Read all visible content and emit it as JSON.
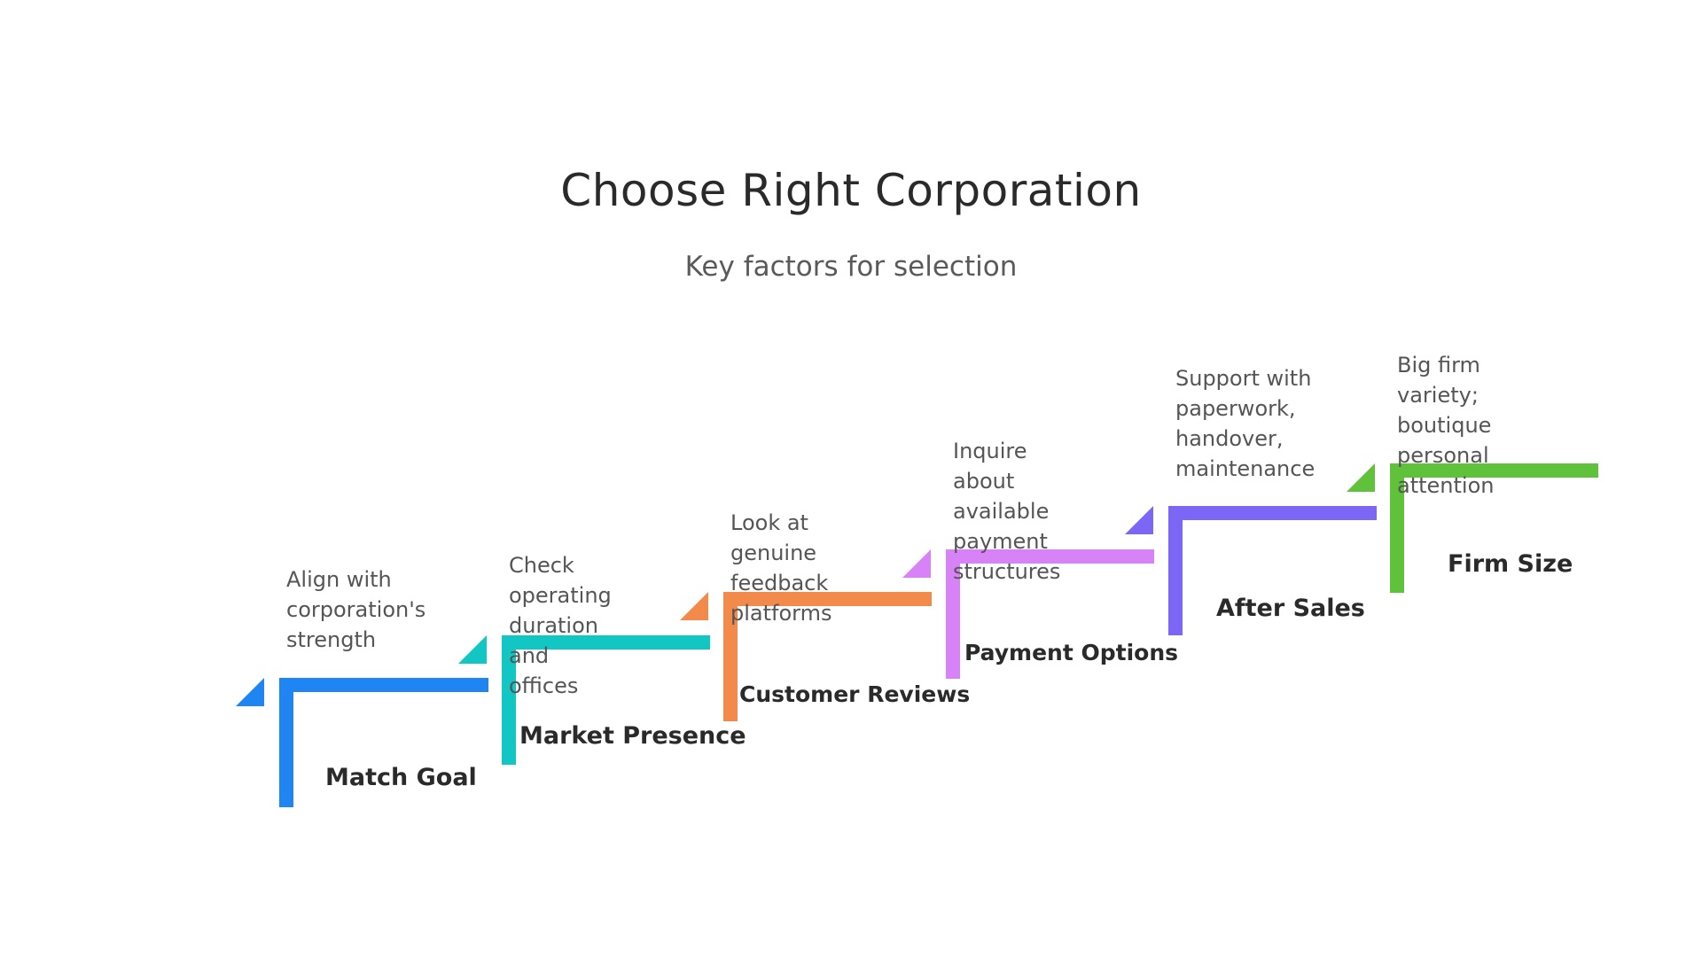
{
  "header": {
    "title": "Choose Right Corporation",
    "subtitle": "Key factors for selection"
  },
  "steps": [
    {
      "label": "Match Goal",
      "description": [
        "Align with",
        "corporation's",
        "strength"
      ],
      "color": "#1f85f2"
    },
    {
      "label": "Market Presence",
      "description": [
        "Check operating",
        "duration and offices"
      ],
      "color": "#12c6c4"
    },
    {
      "label": "Customer Reviews",
      "description": [
        "Look at genuine",
        "feedback platforms"
      ],
      "color": "#f28a4c"
    },
    {
      "label": "Payment Options",
      "description": [
        "Inquire about",
        "available payment",
        "structures"
      ],
      "color": "#d882f7"
    },
    {
      "label": "After Sales",
      "description": [
        "Support with",
        "paperwork,",
        "handover,",
        "maintenance"
      ],
      "color": "#7b66f5"
    },
    {
      "label": "Firm Size",
      "description": [
        "Big firm variety;",
        "boutique personal",
        "attention"
      ],
      "color": "#5fc23a"
    }
  ]
}
